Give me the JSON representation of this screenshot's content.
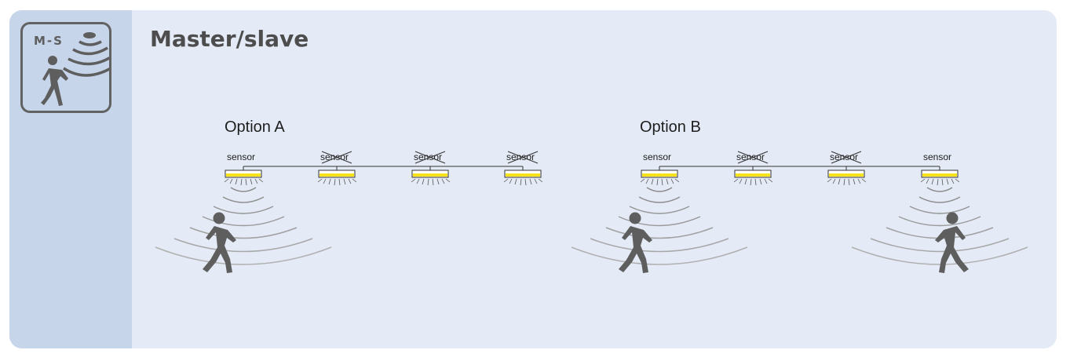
{
  "badge": {
    "label": "M-S",
    "icon": "motion-sensor-person-icon"
  },
  "title": "Master/slave",
  "options": [
    {
      "label": "Option A",
      "sensors": [
        {
          "label": "sensor",
          "crossed": false,
          "active": true
        },
        {
          "label": "sensor",
          "crossed": true,
          "active": false
        },
        {
          "label": "sensor",
          "crossed": true,
          "active": false
        },
        {
          "label": "sensor",
          "crossed": true,
          "active": false
        }
      ],
      "persons": [
        {
          "facing": "right",
          "under_sensor": 0
        }
      ]
    },
    {
      "label": "Option B",
      "sensors": [
        {
          "label": "sensor",
          "crossed": false,
          "active": true
        },
        {
          "label": "sensor",
          "crossed": true,
          "active": false
        },
        {
          "label": "sensor",
          "crossed": true,
          "active": false
        },
        {
          "label": "sensor",
          "crossed": false,
          "active": true
        }
      ],
      "persons": [
        {
          "facing": "right",
          "under_sensor": 0
        },
        {
          "facing": "left",
          "under_sensor": 3
        }
      ]
    }
  ],
  "colors": {
    "panel": "#e4ebf6",
    "sidebar": "#c6d5ea",
    "lamp_light": "#f5e21a",
    "icon_gray": "#5e5e5e",
    "wave_gray": "#9a9a9a"
  }
}
